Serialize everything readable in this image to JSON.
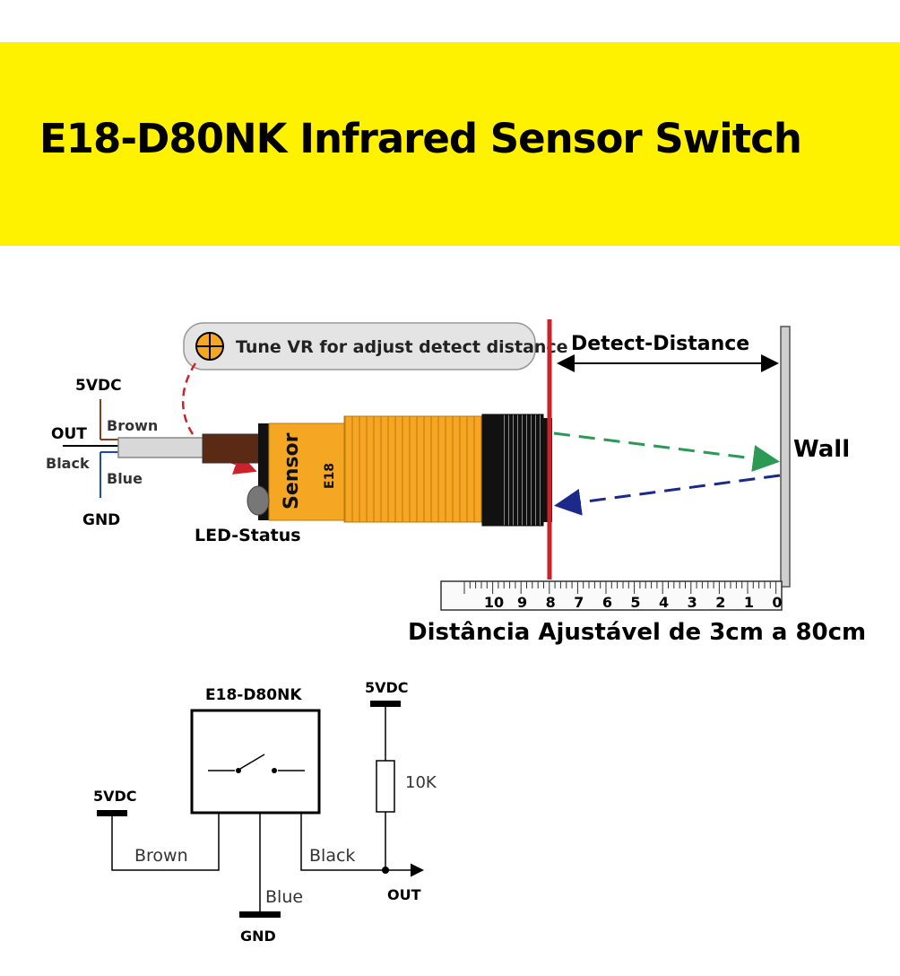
{
  "header": {
    "title": "E18-D80NK Infrared Sensor Switch",
    "background": "#fff200"
  },
  "sensor_diagram": {
    "tune_note": "Tune VR for adjust detect distance",
    "detect_distance_label": "Detect-Distance",
    "wall_label": "Wall",
    "led_label": "LED-Status",
    "sensor_label": "Sensor",
    "model_label": "E18",
    "wires": {
      "vcc": "5VDC",
      "out": "OUT",
      "gnd": "GND",
      "brown": "Brown",
      "black": "Black",
      "blue": "Blue"
    },
    "ruler_ticks": [
      "10",
      "9",
      "8",
      "7",
      "6",
      "5",
      "4",
      "3",
      "2",
      "1",
      "0"
    ],
    "range_caption": "Distância Ajustável de 3cm a 80cm"
  },
  "schematic": {
    "module_label": "E18-D80NK",
    "vcc_left": "5VDC",
    "vcc_right": "5VDC",
    "resistor_label": "10K",
    "brown": "Brown",
    "black": "Black",
    "blue": "Blue",
    "gnd": "GND",
    "out": "OUT"
  },
  "colors": {
    "detect_line": "#cc2229",
    "emit_arrow": "#2a9a55",
    "return_arrow": "#1b2a8a",
    "sensor_body": "#f5a623"
  }
}
